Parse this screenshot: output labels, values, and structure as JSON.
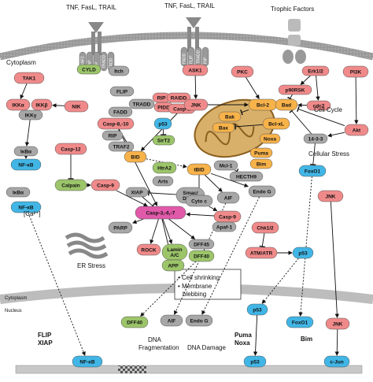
{
  "receptors": {
    "death_ligand_1": "TNF, FasL, TRAIL",
    "death_ligand_2": "TNF, FasL, TRAIL",
    "trophic": "Trophic Factors"
  },
  "compartments": {
    "cytoplasm_top": "Cytoplasm",
    "cytoplasm_bottom": "Cytoplasm",
    "nucleus": "Nucleus"
  },
  "receptor_adaptors": {
    "left": [
      "TRAF2",
      "cIAP",
      "RIP",
      "TRADD",
      "FADD"
    ],
    "right": [
      "FADD",
      "FLIP",
      "TRADD",
      "RIP"
    ]
  },
  "nodes": {
    "tak1": "TAK1",
    "cyld": "CYLD",
    "itch": "Itch",
    "flip": "FLIP",
    "tradd": "TRADD",
    "fadd": "FADD",
    "casp810": "Casp-8,-10",
    "rip_left": "RIP",
    "traf2": "TRAF2",
    "nik": "NIK",
    "ikka": "IKKα",
    "ikkb": "IKKβ",
    "ikkg": "IKKγ",
    "ikba_1": "IκBα",
    "nfkb_1": "NF-κB",
    "ikba_2": "IκBα",
    "nfkb_2": "NF-κB",
    "casp12": "Casp-12",
    "calpain": "Calpain",
    "casp9_top": "Casp-9",
    "ca_ion": "[Ca²⁺]",
    "er_stress": "ER Stress",
    "rip_mid": "RIP",
    "raidd": "RAIDD",
    "pidd": "PIDD",
    "casp2": "Casp-2",
    "p53_top": "p53",
    "sirt2": "SirT2",
    "bid": "BID",
    "htra2": "HtrA2",
    "arts": "Arts",
    "xiap": "XIAP",
    "smac": "Smac/ Diablo",
    "tbid": "tBID",
    "ask1": "ASK1",
    "jnk_mid": "JNK",
    "pkc": "PKC",
    "bcl2": "Bcl-2",
    "bak": "Bak",
    "bax": "Bax",
    "bclxl": "Bcl-xL",
    "noxa": "Noxa",
    "puma": "Puma",
    "bim": "Bim",
    "mcl1": "Mcl-1",
    "hecth9": "HECTH9",
    "bad": "Bad",
    "p90rsk": "p90RSK",
    "erk": "Erk1/2",
    "cdc2": "cdc2",
    "cell_cycle": "Cell Cycle",
    "pi3k": "PI3K",
    "akt": "Akt",
    "p1433": "14-3-3",
    "foxo1_top": "FoxO1",
    "cell_stress": "Cellular Stress",
    "jnk_right": "JNK",
    "cytoc": "Cyto c",
    "aif_top": "AIF",
    "endog_top": "Endo G",
    "casp9_mid": "Casp-9",
    "apaf1": "Apaf-1",
    "casp367": "Casp-3,-6,-7",
    "parp": "PARP",
    "rock": "ROCK",
    "lamin": "Lamin A/C",
    "dff45": "DFF45",
    "dff40_top": "DFF40",
    "app": "APP",
    "chk12": "Chk1/2",
    "atm": "ATM/ATR",
    "p53_mid": "p53",
    "dff40_bot": "DFF40",
    "aif_bot": "AIF",
    "endog_bot": "Endo G",
    "p53_bot": "p53",
    "foxo1_bot": "FoxO1",
    "jnk_bot": "JNK",
    "nfkb_bot": "NF-κB",
    "p53_dna": "p53",
    "cjun": "c-Jun"
  },
  "outcomes": {
    "shrink": "• Cell shrinking",
    "bleb1": "• Membrane",
    "bleb2": "blebbing",
    "dna_frag1": "DNA",
    "dna_frag2": "Fragmentation",
    "dna_damage": "DNA Damage",
    "flip_xiap1": "FLIP",
    "flip_xiap2": "XIAP",
    "puma_noxa1": "Puma",
    "puma_noxa2": "Noxa",
    "bim_target": "Bim"
  },
  "colors": {
    "pink": "#f08a8a",
    "orange": "#f7b24a",
    "green": "#9cc56a",
    "grey": "#a7a7a7",
    "blue": "#41b6e6",
    "pinkpurple": "#e05aa9",
    "yellow": "#f2e23a",
    "membrane": "#9a9a9a",
    "mito": "#b7863f"
  }
}
